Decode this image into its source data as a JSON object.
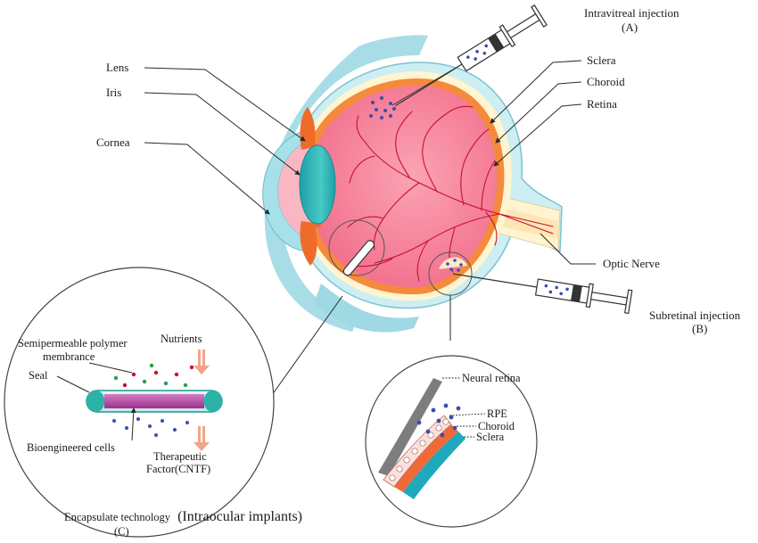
{
  "labels": {
    "intravitreal_title": "Intravitreal injection",
    "intravitreal_code": "(A)",
    "subretinal_title": "Subretinal injection",
    "subretinal_code": "(B)",
    "lens": "Lens",
    "iris": "Iris",
    "cornea": "Cornea",
    "sclera": "Sclera",
    "choroid": "Choroid",
    "retina": "Retina",
    "optic_nerve": "Optic Nerve",
    "semipermeable_line1": "Semipermeable polymer",
    "semipermeable_line2": "membrance",
    "nutrients": "Nutrients",
    "seal": "Seal",
    "bioengineered": "Bioengineered cells",
    "therapeutic_line1": "Therapeutic",
    "therapeutic_line2": "Factor(CNTF)",
    "encapsulate_prefix": "Encapsulate technology",
    "encapsulate_suffix": "(Intraocular implants)",
    "encapsulate_code": "(C)",
    "neural_retina": "Neural retina",
    "rpe": "RPE",
    "detail_choroid": "Choroid",
    "detail_sclera": "Sclera"
  },
  "colors": {
    "vitreous": "#f47a93",
    "sclera_shell": "#cdeef2",
    "sclera_band": "#fff7d6",
    "choroid_band": "#f58a3c",
    "outer_blue": "#9fd9e4",
    "lens": "#2eb5b5",
    "iris": "#ef6b2a",
    "vessel": "#c8102e",
    "drug_dots": "#3a4fa8",
    "capsule": "#2bb3a8",
    "capsule_cells": "#b24aa3",
    "nutrient_arrow": "#f1a48a"
  }
}
